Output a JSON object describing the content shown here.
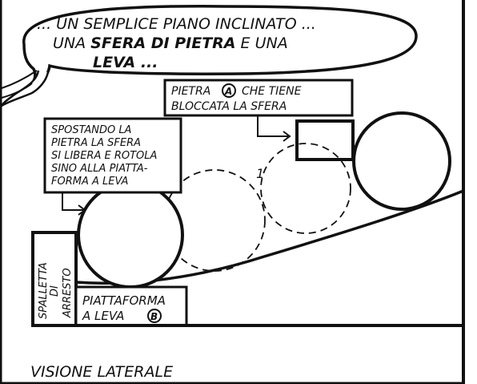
{
  "balloon": {
    "line1": "... UN SEMPLICE PIANO INCLINATO ...",
    "line2_a": "UNA ",
    "line2_b": "SFERA DI PIETRA",
    "line2_c": " E UNA",
    "line3": "LEVA ..."
  },
  "labels": {
    "stone_line1": "PIETRA",
    "stone_marker": "A",
    "stone_line1_tail": "CHE TIENE",
    "stone_line2": "BLOCCATA LA SFERA",
    "moving_lines": [
      "SPOSTANDO LA",
      "PIETRA LA SFERA",
      "SI LIBERA E ROTOLA",
      "SINO ALLA PIATTA-",
      "FORMA A LEVA"
    ],
    "stop_lines": [
      "SPALLETTA",
      "DI",
      "ARRESTO"
    ],
    "platform_line1": "PIATTAFORMA",
    "platform_line2": "A LEVA",
    "platform_marker": "B",
    "path_number": "1"
  },
  "caption": "VISIONE LATERALE"
}
